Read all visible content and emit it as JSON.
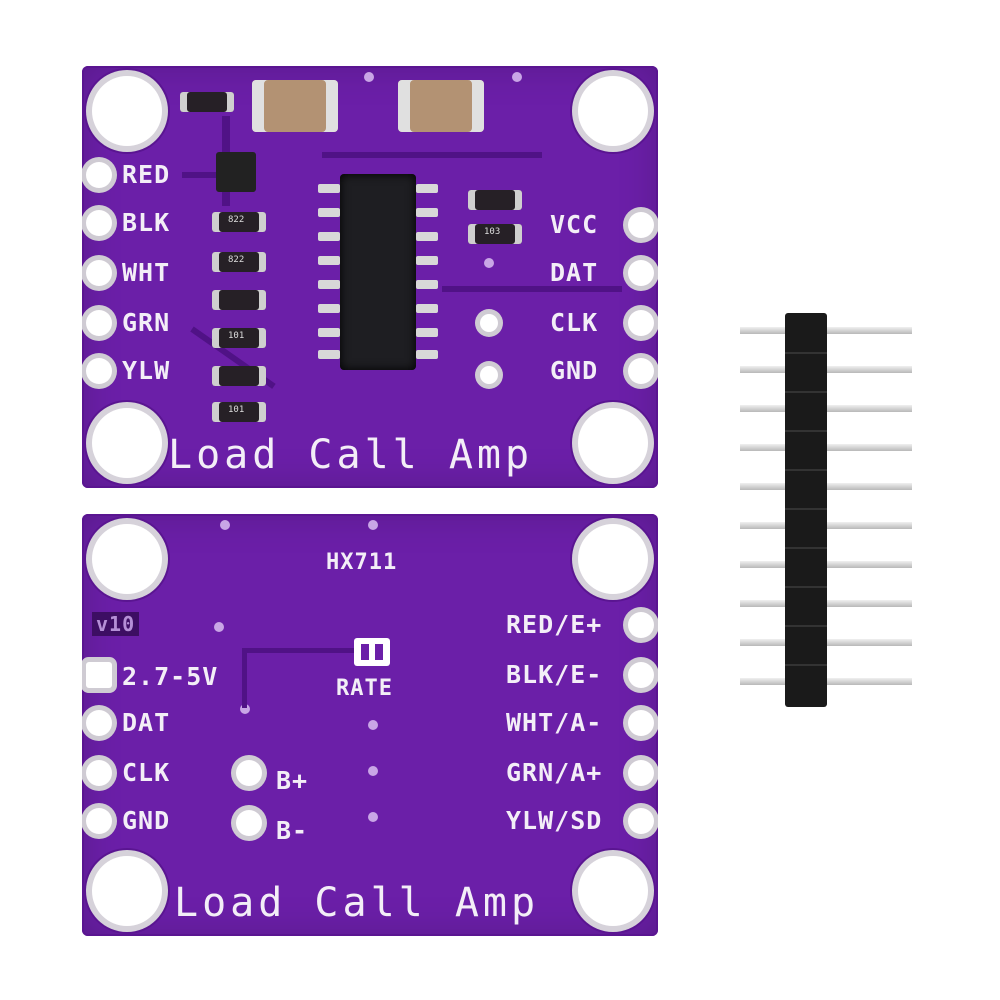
{
  "top_board": {
    "left_pins": [
      "RED",
      "BLK",
      "WHT",
      "GRN",
      "YLW"
    ],
    "right_pins": [
      "VCC",
      "DAT",
      "CLK",
      "GND"
    ],
    "title": "Load Call Amp",
    "resistors": [
      "822",
      "822",
      "",
      "101",
      "",
      "101"
    ],
    "resistors_right": [
      "",
      "103"
    ]
  },
  "bottom_board": {
    "chip_label": "HX711",
    "version": "v10",
    "left_pins": [
      "2.7-5V",
      "DAT",
      "CLK",
      "GND"
    ],
    "right_pins": [
      "RED/E+",
      "BLK/E-",
      "WHT/A-",
      "GRN/A+",
      "YLW/SD"
    ],
    "rate_label": "RATE",
    "b_plus": "B+",
    "b_minus": "B-",
    "title": "Load Call Amp"
  },
  "colors": {
    "pcb": "#6b1fa8",
    "silkscreen": "#f3eef7",
    "header": "#1a1a1a"
  }
}
